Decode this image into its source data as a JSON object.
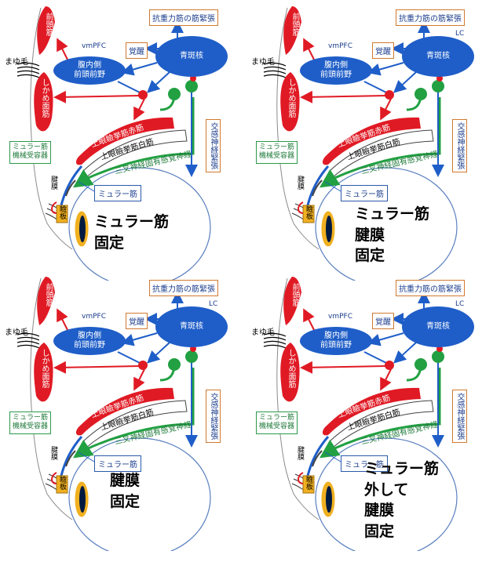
{
  "labels": {
    "anti_gravity": "抗重力筋の筋緊張",
    "arousal": "覚醒",
    "locus_coeruleus": "青斑核",
    "lc": "LC",
    "vmpfc": "vmPFC",
    "mpfc": "腹内側\n前頭前野",
    "frontalis": "前頭筋",
    "corrugator": "しかめ面筋",
    "eyebrow": "まゆ毛",
    "levator_red": "上眼瞼挙筋赤筋",
    "levator_white": "上眼瞼挙筋白筋",
    "trigeminal": "三叉神経固有感覚神経",
    "muller_receptor": "ミュラー筋\n機械受容器",
    "muller_muscle": "ミュラー筋",
    "sympathetic": "交感神経緊張",
    "aponeurosis": "腱膜",
    "tarsus": "瞼板"
  },
  "panels": [
    {
      "caption": [
        "ミュラー筋",
        "固定"
      ],
      "show_lc": false
    },
    {
      "caption": [
        "ミュラー筋",
        "腱膜",
        "固定"
      ],
      "show_lc": true
    },
    {
      "caption": [
        "腱膜",
        "固定"
      ],
      "show_lc": true
    },
    {
      "caption": [
        "ミュラー筋",
        "外して",
        "腱膜",
        "固定"
      ],
      "show_lc": true
    }
  ],
  "colors": {
    "red_muscle": "#e01a24",
    "blue_node": "#1f5ec8",
    "green_nerve": "#22a042",
    "white_muscle": "#ffffff",
    "tarsus": "#f0b020"
  }
}
